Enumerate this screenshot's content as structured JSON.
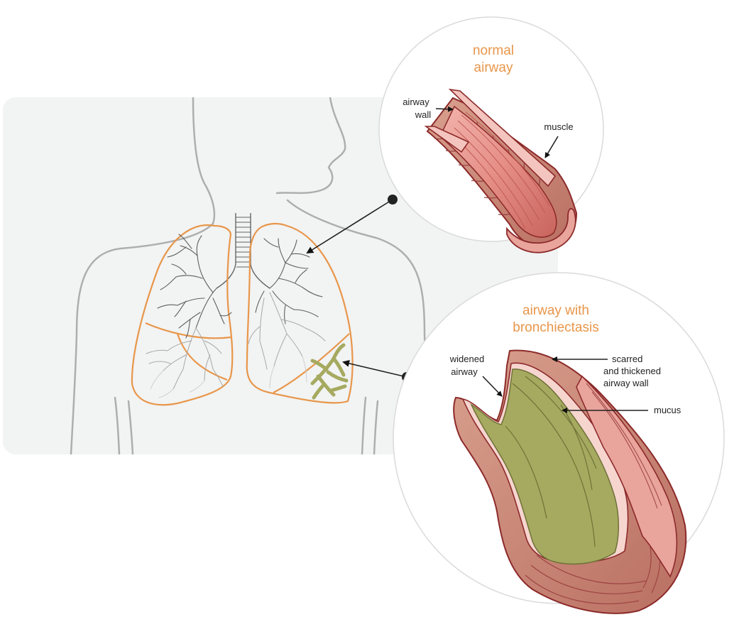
{
  "normal_panel": {
    "title_line1": "normal",
    "title_line2": "airway",
    "label_airway_wall_line1": "airway",
    "label_airway_wall_line2": "wall",
    "label_muscle": "muscle"
  },
  "bronchiectasis_panel": {
    "title_line1": "airway with",
    "title_line2": "bronchiectasis",
    "label_widened_line1": "widened",
    "label_widened_line2": "airway",
    "label_scarred_line1": "scarred",
    "label_scarred_line2": "and thickened",
    "label_scarred_line3": "airway wall",
    "label_mucus": "mucus"
  },
  "colors": {
    "accent_orange": "#E8964A",
    "airway_pink": "#E58E86",
    "airway_dark": "#8C2A2A",
    "mucus_green": "#A6AA60",
    "panel_bg": "#F2F3F3"
  }
}
